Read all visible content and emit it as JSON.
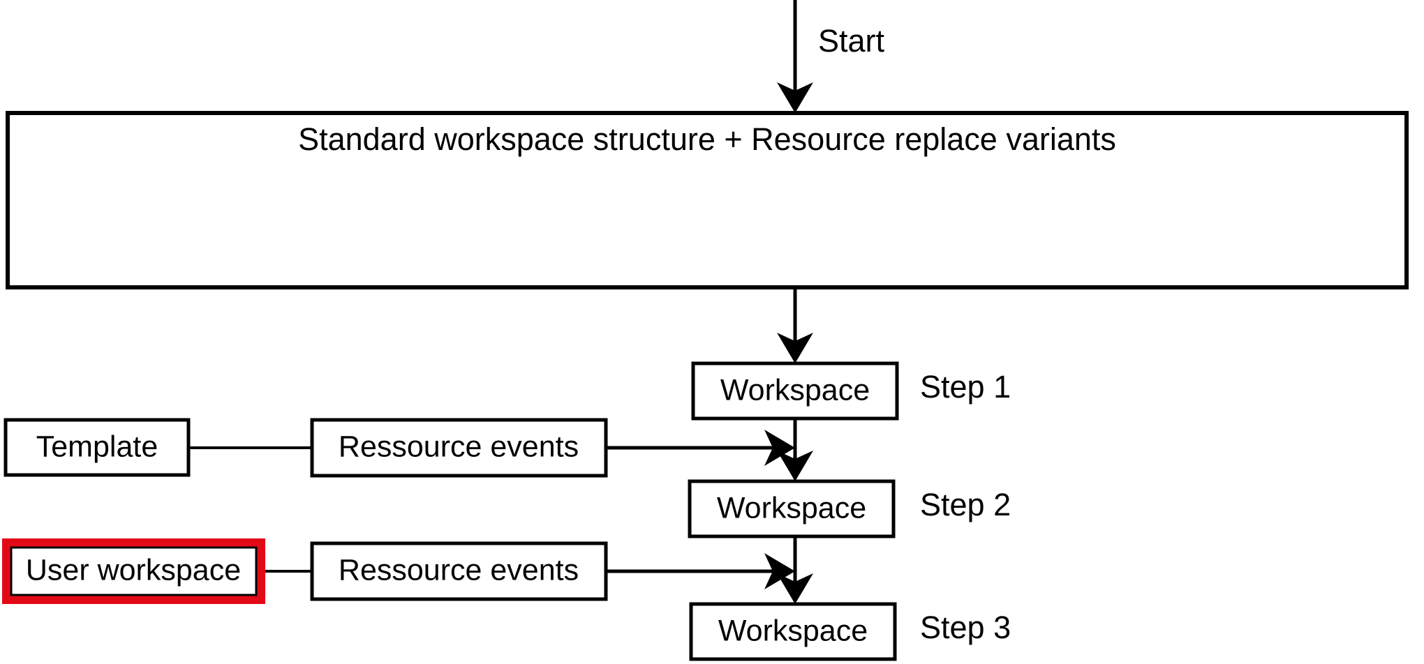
{
  "diagram": {
    "title_box": {
      "label": "Standard workspace structure + Resource replace variants"
    },
    "start_edge": {
      "label": "Start"
    },
    "left_column": [
      {
        "label": "Template",
        "highlighted": false
      },
      {
        "label": "User workspace",
        "highlighted": true
      }
    ],
    "middle_column": [
      {
        "label": "Ressource events"
      },
      {
        "label": "Ressource events"
      }
    ],
    "workspaces": [
      {
        "label": "Workspace",
        "step": "Step 1"
      },
      {
        "label": "Workspace",
        "step": "Step 2"
      },
      {
        "label": "Workspace",
        "step": "Step 3"
      }
    ],
    "colors": {
      "stroke": "#000000",
      "fill": "#ffffff",
      "highlight": "#e30a17"
    }
  }
}
